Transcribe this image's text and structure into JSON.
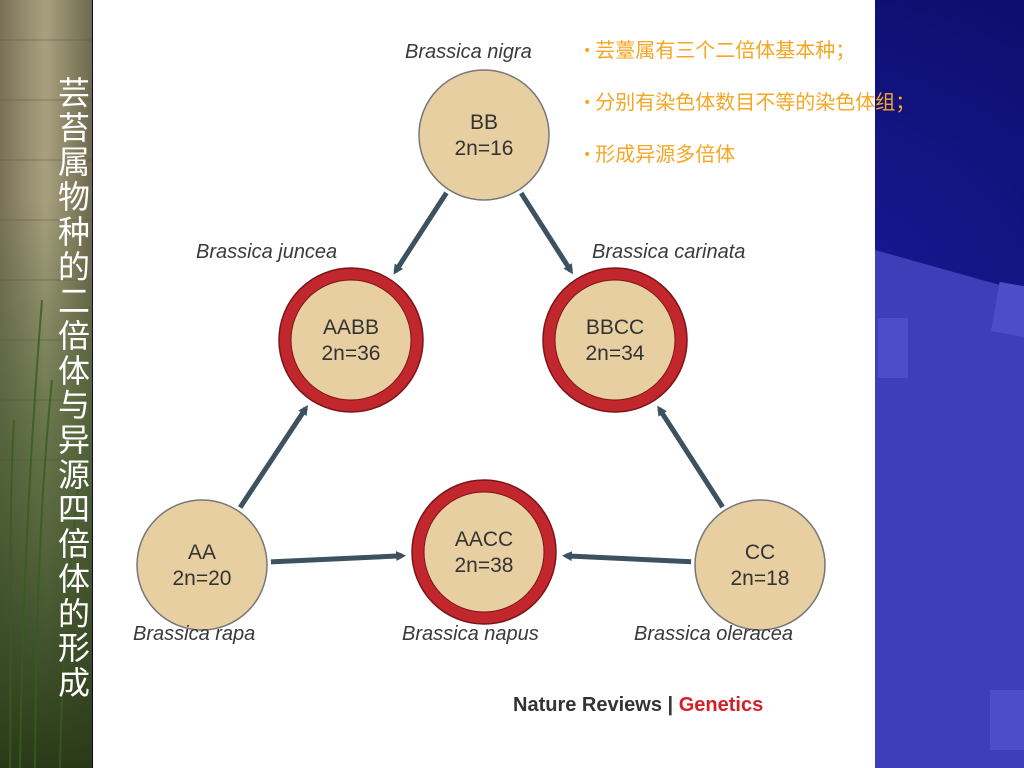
{
  "slide": {
    "vertical_title": "芸苔属物种的二倍体与异源四倍体的形成",
    "bullets": [
      "芸薹属有三个二倍体基本种；",
      "分别有染色体数目不等的染色体组；",
      "形成异源多倍体"
    ]
  },
  "diagram": {
    "nodes": {
      "nigra": {
        "species": "Brassica nigra",
        "genome": "BB",
        "chromosomes": "2n=16",
        "type": "diploid"
      },
      "juncea": {
        "species": "Brassica juncea",
        "genome": "AABB",
        "chromosomes": "2n=36",
        "type": "allotetraploid"
      },
      "carinata": {
        "species": "Brassica carinata",
        "genome": "BBCC",
        "chromosomes": "2n=34",
        "type": "allotetraploid"
      },
      "rapa": {
        "species": "Brassica rapa",
        "genome": "AA",
        "chromosomes": "2n=20",
        "type": "diploid"
      },
      "napus": {
        "species": "Brassica napus",
        "genome": "AACC",
        "chromosomes": "2n=38",
        "type": "allotetraploid"
      },
      "oleracea": {
        "species": "Brassica oleracea",
        "genome": "CC",
        "chromosomes": "2n=18",
        "type": "diploid"
      }
    },
    "edges": [
      {
        "from": "nigra",
        "to": "juncea"
      },
      {
        "from": "nigra",
        "to": "carinata"
      },
      {
        "from": "rapa",
        "to": "juncea"
      },
      {
        "from": "rapa",
        "to": "napus"
      },
      {
        "from": "oleracea",
        "to": "napus"
      },
      {
        "from": "oleracea",
        "to": "carinata"
      }
    ],
    "credit": {
      "journal": "Nature Reviews",
      "separator": "|",
      "section": "Genetics"
    },
    "colors": {
      "diploid_fill": "#e8cfa2",
      "tetraploid_ring": "#c1272d",
      "arrow": "#3d5260",
      "credit_accent": "#d42027",
      "bullet_text": "#f5a623"
    }
  }
}
